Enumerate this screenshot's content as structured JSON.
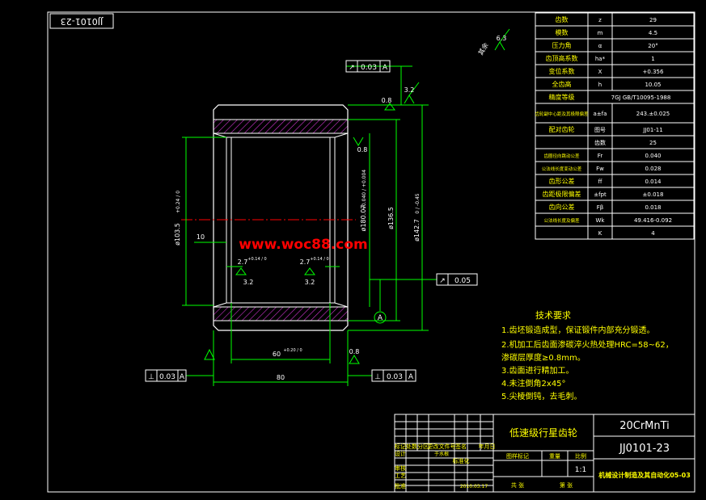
{
  "sheet": {
    "drawing_code_rotated": "JJ0101-23",
    "watermark": "www.woc88.com"
  },
  "colors": {
    "background": "#000000",
    "frame": "#ffffff",
    "outline": "#ffffff",
    "dimension": "#00ff00",
    "centerline": "#ff0000",
    "hatch": "#cc33cc",
    "text_yellow": "#ffff00",
    "watermark": "#ff0000"
  },
  "roughness": {
    "top_corner": "6.3",
    "top_corner_note": "其余",
    "right_face": "3.2",
    "left_face": "0.8",
    "bore": "0.8",
    "groove_left": "3.2",
    "groove_right": "3.2",
    "bottom": "0.8"
  },
  "tolerances": {
    "circular_runout_top": [
      "↗",
      "0.03",
      "A"
    ],
    "radial_runout_right": [
      "↗",
      "0.05"
    ],
    "perp_bottom_left": [
      "⊥",
      "0.03",
      "A"
    ],
    "perp_bottom_right": [
      "⊥",
      "0.03",
      "A"
    ],
    "datum": "A"
  },
  "dims": {
    "bore_dia": "ø103.5",
    "bore_dia_tol": "+0.24 / 0",
    "outer_dia": "ø142.7",
    "outer_dia_tol": "0 / -0.45",
    "hub_dia": "ø136.5",
    "pitch_dia": "ø180.07",
    "pitch_dia_tol": "+0.040 / +0.004",
    "dim_10": "10",
    "groove_left": "2.7",
    "groove_left_tol": "+0.14 / 0",
    "groove_right": "2.7",
    "groove_right_tol": "+0.14 / 0",
    "inner_width": "60",
    "inner_width_tol": "+0.20 / 0",
    "total_width": "80"
  },
  "gear_params": [
    {
      "name": "齿数",
      "symbol": "z",
      "value": "29"
    },
    {
      "name": "模数",
      "symbol": "m",
      "value": "4.5"
    },
    {
      "name": "压力角",
      "symbol": "α",
      "value": "20°"
    },
    {
      "name": "齿顶高系数",
      "symbol": "ha*",
      "value": "1"
    },
    {
      "name": "变位系数",
      "symbol": "X",
      "value": "+0.356"
    },
    {
      "name": "全齿高",
      "symbol": "h",
      "value": "10.05"
    },
    {
      "name": "精度等级",
      "symbol": "7GJ GB/T10095-1988",
      "value": ""
    },
    {
      "name": "齿轮副中心距及其极限偏差",
      "symbol": "a±fa",
      "value": "243.±0.025"
    },
    {
      "name": "配对齿轮",
      "symbol": "图号",
      "value": "JJ01-11"
    },
    {
      "name": "",
      "symbol": "齿数",
      "value": "25"
    },
    {
      "name": "齿圈径向跳动公差",
      "symbol": "Fr",
      "value": "0.040"
    },
    {
      "name": "公法线长度变动公差",
      "symbol": "Fw",
      "value": "0.028"
    },
    {
      "name": "齿形公差",
      "symbol": "ff",
      "value": "0.014"
    },
    {
      "name": "齿距极限偏差",
      "symbol": "±fpt",
      "value": "±0.018"
    },
    {
      "name": "齿向公差",
      "symbol": "Fβ",
      "value": "0.018"
    },
    {
      "name": "公法线长度及偏差",
      "symbol": "Wk",
      "value": "49.416-0.092"
    },
    {
      "name": "",
      "symbol": "K",
      "value": "4"
    }
  ],
  "tech_requirements": {
    "title": "技术要求",
    "items": [
      "1.齿坯锻造成型，保证锻件内部充分锻透。",
      "2.机加工后齿面渗碳淬火热处理HRC=58~62，",
      "   渗碳层厚度≥0.8mm。",
      "3.齿面进行精加工。",
      "4.未注倒角2x45°",
      "5.尖棱倒钝，去毛刺。"
    ]
  },
  "title_block": {
    "part_name": "低速级行星齿轮",
    "material": "20CrMnTi",
    "drawing_no": "JJ0101-23",
    "company": "机械设计制造及其自动化05-03",
    "header_cells": [
      "标记",
      "处数",
      "分区",
      "更改文件号",
      "签名",
      "年月日"
    ],
    "row_design": [
      "设计",
      "于水根",
      "",
      "标准化"
    ],
    "row_check": [
      "审核"
    ],
    "row_craft": [
      "工艺"
    ],
    "row_approve": [
      "批准"
    ],
    "date": "2010.03.17",
    "stage_label": "图样标记",
    "weight_label": "重量",
    "scale_label": "比例",
    "scale": "1:1",
    "sheet_total": "共  张",
    "sheet_no": "第  张"
  }
}
